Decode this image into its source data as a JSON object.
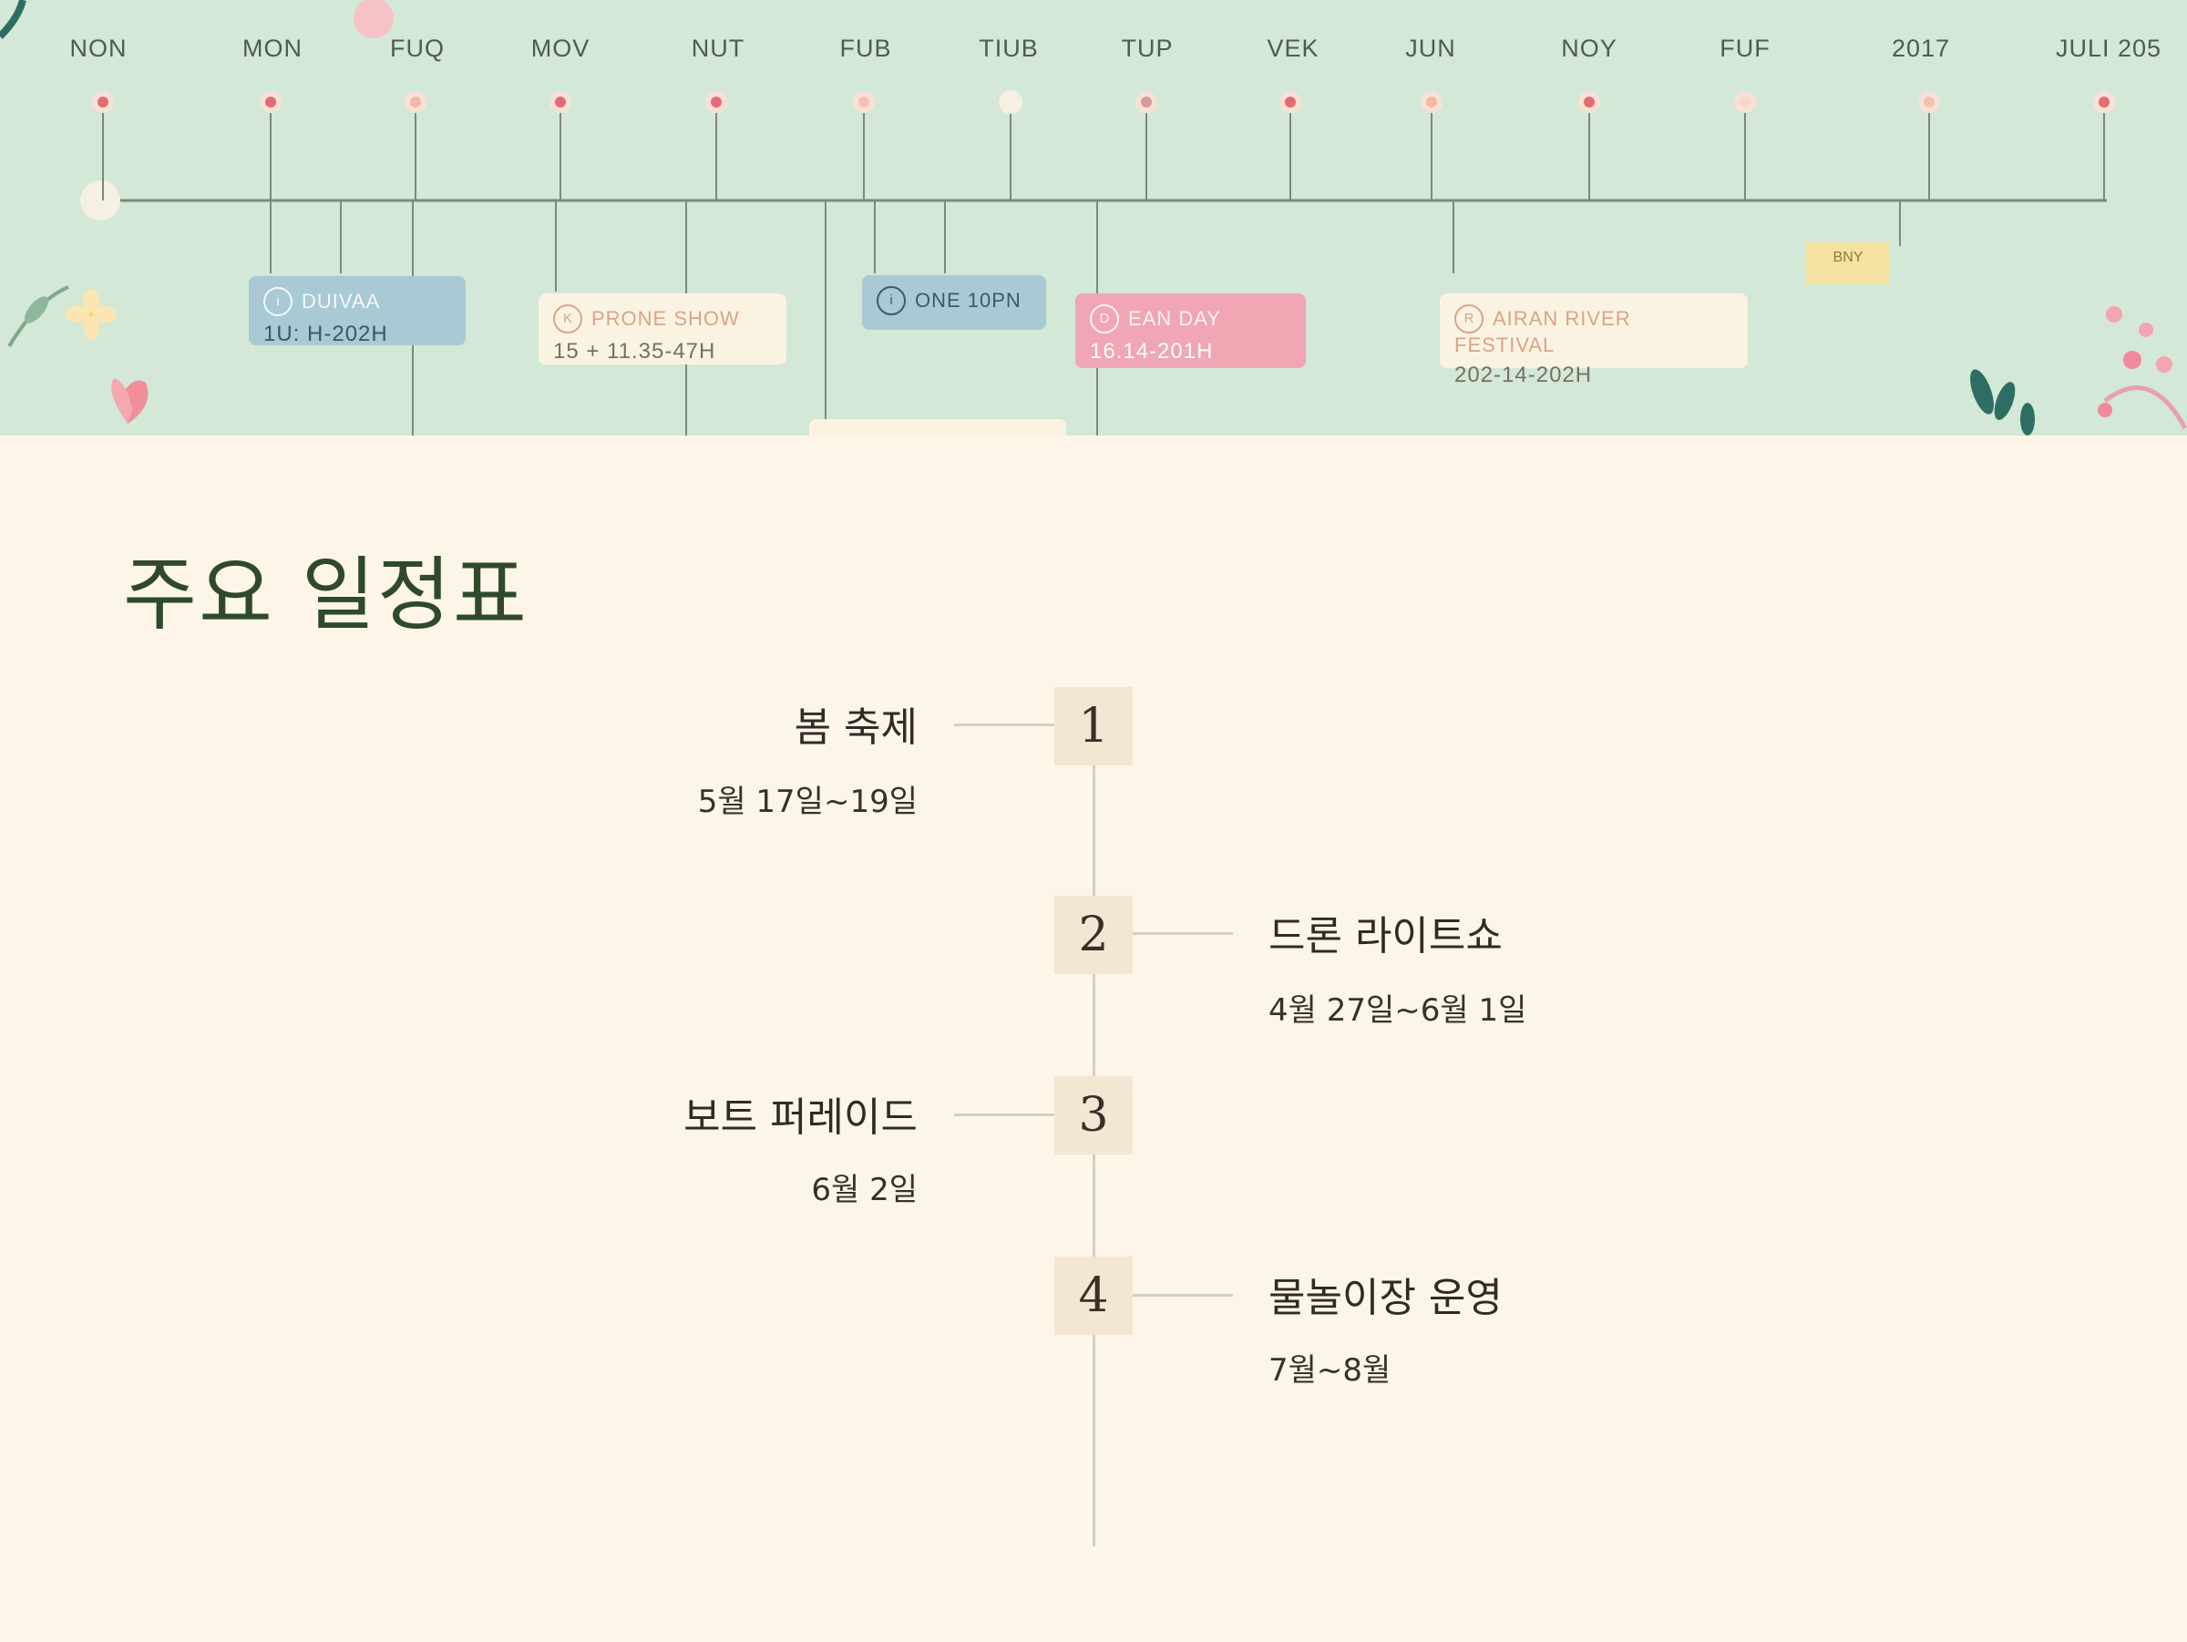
{
  "banner": {
    "months": [
      "NON",
      "MON",
      "FUQ",
      "MOV",
      "NUT",
      "FUB",
      "TIUB",
      "TUP",
      "VEK",
      "JUN",
      "NOY",
      "FUF",
      "2017",
      "JULI 205"
    ],
    "cards": [
      {
        "title": "DUIVAA",
        "date": "1U: H-202H",
        "icon": "i"
      },
      {
        "title": "PRONE SHOW",
        "date": "15 + 11.35-47H",
        "icon": "K"
      },
      {
        "title": "ONE 10PN",
        "date": "",
        "icon": "i"
      },
      {
        "title": "EAN DAY",
        "date": "16.14-201H",
        "icon": "D"
      },
      {
        "title": "AIRAN RIVER FESTIVAL",
        "date": "202-14-202H",
        "icon": "R"
      }
    ],
    "badge": "BNY"
  },
  "schedule": {
    "title": "주요 일정표",
    "events": [
      {
        "number": "1",
        "name": "봄 축제",
        "date": "5월 17일~19일",
        "side": "left"
      },
      {
        "number": "2",
        "name": "드론 라이트쇼",
        "date": "4월 27일~6월 1일",
        "side": "right"
      },
      {
        "number": "3",
        "name": "보트 퍼레이드",
        "date": "6월 2일",
        "side": "left"
      },
      {
        "number": "4",
        "name": "물놀이장 운영",
        "date": "7월~8월",
        "side": "right"
      }
    ]
  },
  "colors": {
    "banner_bg": "#d3e8d6",
    "page_bg": "#fdf5e8",
    "title": "#2f4a2b",
    "number_box": "#f3e6d3",
    "connector": "#d7cec0"
  }
}
